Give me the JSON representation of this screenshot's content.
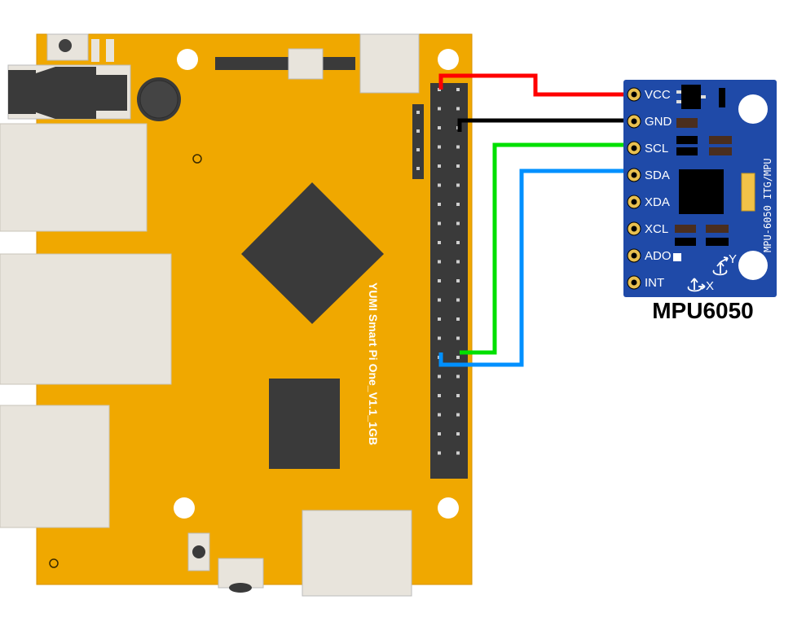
{
  "board": {
    "label": "YUMI Smart Pi One_V1.1_1GB",
    "color": "#F0A800"
  },
  "module": {
    "title": "MPU6050",
    "silkscreen": "MPU-6050 ITG/MPU",
    "color": "#1F4AA8",
    "pins": [
      "VCC",
      "GND",
      "SCL",
      "SDA",
      "XDA",
      "XCL",
      "ADO",
      "INT"
    ],
    "axis_labels": {
      "x": "X",
      "y": "Y"
    }
  },
  "wires": [
    {
      "from": "VCC",
      "color": "#FF0000"
    },
    {
      "from": "GND",
      "color": "#000000"
    },
    {
      "from": "SCL",
      "color": "#00E000"
    },
    {
      "from": "SDA",
      "color": "#0090FF"
    }
  ]
}
